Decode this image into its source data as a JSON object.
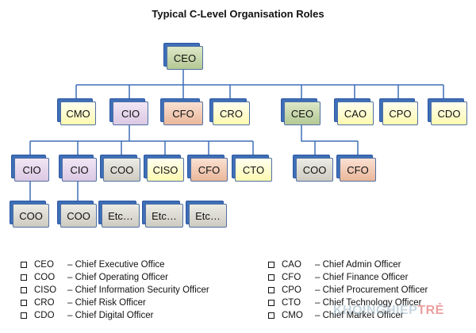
{
  "title": "Typical C-Level Organisation Roles",
  "nodes": {
    "root": "CEO",
    "l1": [
      "CMO",
      "CIO",
      "CFO",
      "CRO",
      "CEO",
      "CAO",
      "CPO",
      "CDO"
    ],
    "l2": [
      "CIO",
      "CIO",
      "COO",
      "CISO",
      "CFO",
      "CTO",
      "COO",
      "CFO"
    ],
    "l3": [
      "COO",
      "COO",
      "Etc…",
      "Etc…",
      "Etc…"
    ]
  },
  "legend_left": [
    {
      "abbr": "CEO",
      "desc": "– Chief Executive Office"
    },
    {
      "abbr": "COO",
      "desc": "– Chief Operating Officer"
    },
    {
      "abbr": "CISO",
      "desc": "– Chief Information Security Officer"
    },
    {
      "abbr": "CRO",
      "desc": "– Chief Risk Officer"
    },
    {
      "abbr": "CDO",
      "desc": "– Chief Digital Officer"
    }
  ],
  "legend_right": [
    {
      "abbr": "CAO",
      "desc": "– Chief Admin Officer"
    },
    {
      "abbr": "CFO",
      "desc": "– Chief Finance Officer"
    },
    {
      "abbr": "CPO",
      "desc": "– Chief Procurement Officer"
    },
    {
      "abbr": "CTO",
      "desc": "– Chief Technology Officer"
    },
    {
      "abbr": "CMO",
      "desc": "– Chief Market Officer"
    }
  ],
  "watermark": {
    "main": "KHOINGHIEP",
    "accent": "TRẺ"
  },
  "colors": {
    "line": "#3e6fb8",
    "yellow": "#fdf9b0",
    "lilac": "#dcc8e4",
    "peach": "#eab79a",
    "green": "#b4c894",
    "gray": "#cdcbc1"
  }
}
